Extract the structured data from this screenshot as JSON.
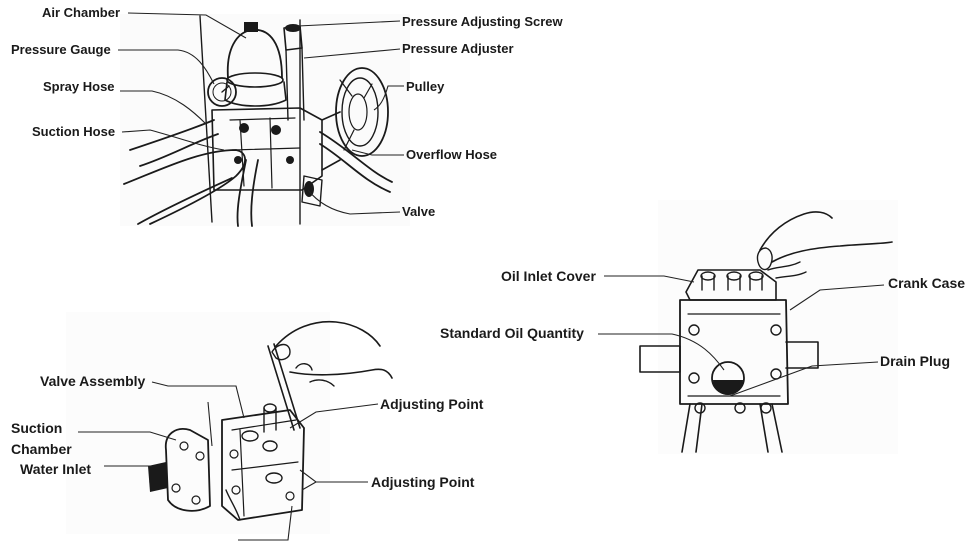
{
  "pump_assembly": {
    "labels": {
      "air_chamber": "Air Chamber",
      "pressure_gauge": "Pressure Gauge",
      "spray_hose": "Spray Hose",
      "suction_hose": "Suction Hose",
      "pressure_adjusting_screw": "Pressure Adjusting Screw",
      "pressure_adjuster": "Pressure Adjuster",
      "pulley": "Pulley",
      "overflow_hose": "Overflow Hose",
      "valve": "Valve"
    }
  },
  "crank_case_view": {
    "labels": {
      "oil_inlet_cover": "Oil Inlet Cover",
      "standard_oil_quantity": "Standard Oil Quantity",
      "crank_case": "Crank Case",
      "drain_plug": "Drain Plug"
    }
  },
  "valve_view": {
    "labels": {
      "valve_assembly": "Valve Assembly",
      "suction_chamber": "Suction\nChamber",
      "water_inlet": "Water Inlet",
      "adjusting_point_upper": "Adjusting Point",
      "adjusting_point_lower": "Adjusting Point"
    }
  }
}
